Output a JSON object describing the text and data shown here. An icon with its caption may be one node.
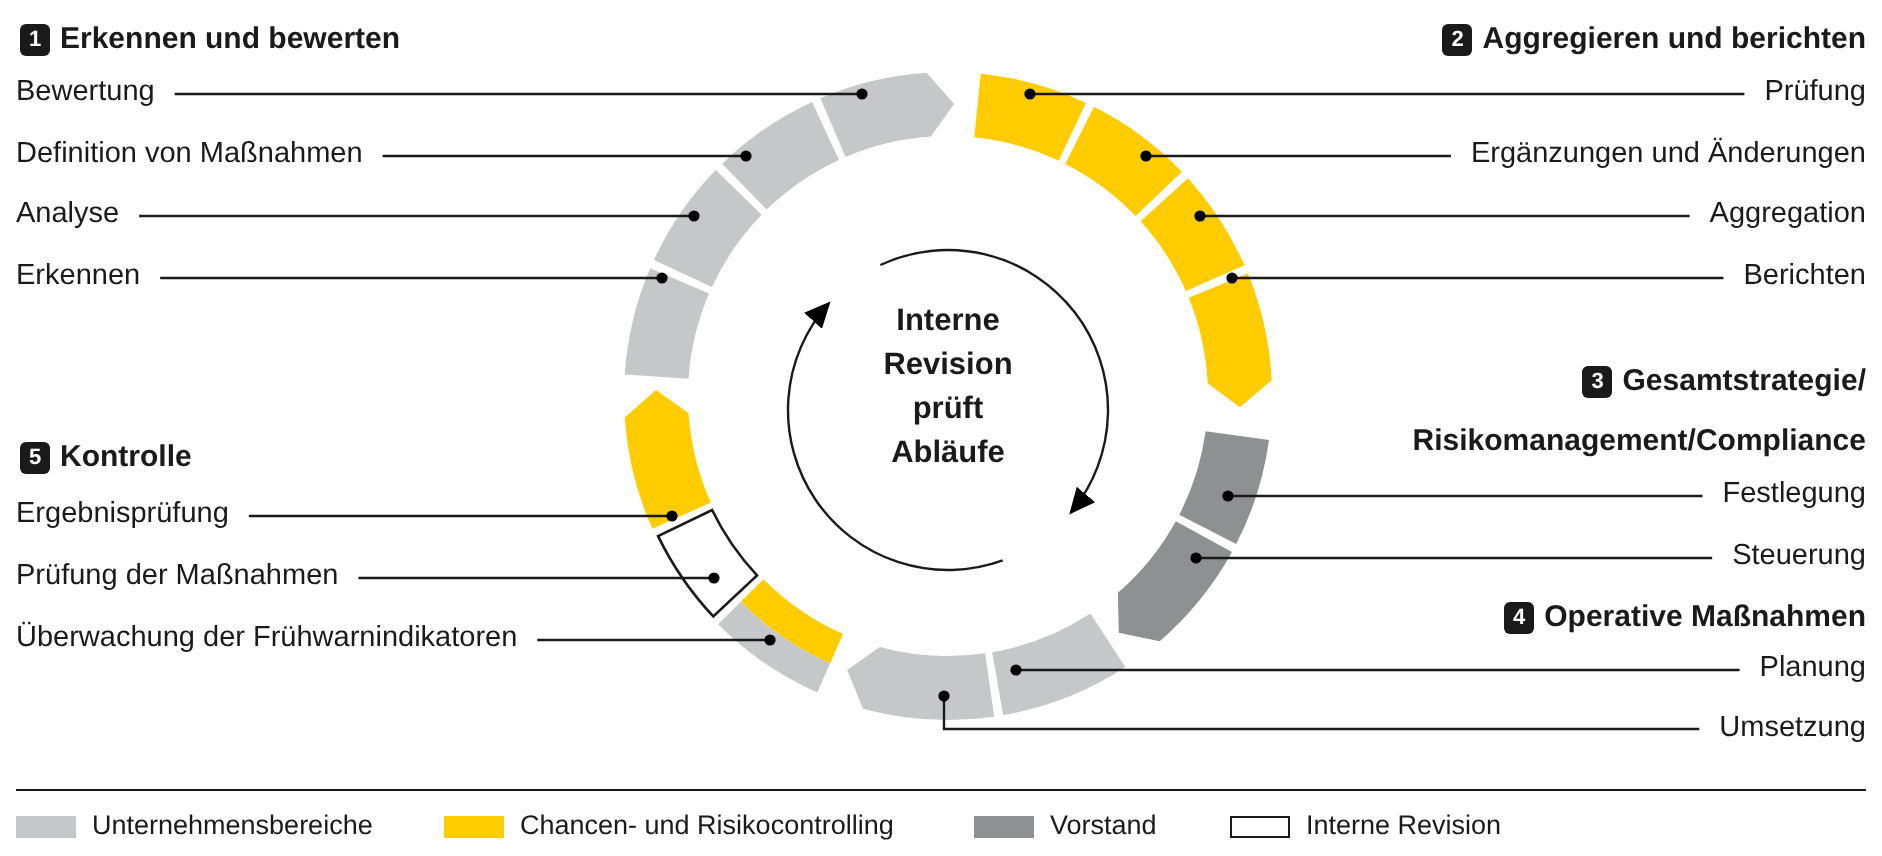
{
  "diagram": {
    "nodes": [
      {
        "text": [
          "1"
        ],
        "beside": [
          "Erkennen und bewerten"
        ]
      },
      {
        "text": [
          "Bewertung"
        ]
      },
      {
        "text": [
          "Definition von Maßnahmen"
        ]
      },
      {
        "text": [
          "Analyse"
        ]
      },
      {
        "text": [
          "Erkennen"
        ]
      },
      {
        "text": [
          "2"
        ],
        "beside": [
          "Aggregieren und berichten"
        ]
      },
      {
        "text": [
          "Prüfung"
        ]
      },
      {
        "text": [
          "Ergänzungen und Änderungen"
        ]
      },
      {
        "text": [
          "Aggregation"
        ]
      },
      {
        "text": [
          "Berichten"
        ]
      },
      {
        "text": [
          "3"
        ],
        "beside": [
          "Gesamtstrategie/ Risikomanagement/Compliance"
        ]
      },
      {
        "text": [
          "Festlegung"
        ]
      },
      {
        "text": [
          "Steuerung"
        ]
      },
      {
        "text": [
          "4"
        ],
        "beside": [
          "Operative Maßnahmen"
        ]
      },
      {
        "text": [
          "Planung"
        ]
      },
      {
        "text": [
          "Umsetzung"
        ]
      },
      {
        "text": [
          "5"
        ],
        "beside": [
          "Kontrolle"
        ]
      },
      {
        "text": [
          "Ergebnisprüfung"
        ]
      },
      {
        "text": [
          "Prüfung der Maßnahmen"
        ]
      },
      {
        "text": [
          "Überwachung der Frühwarnindikatoren"
        ]
      },
      {
        "text": [],
        "shape": "segment"
      },
      {
        "text": [],
        "shape": "segment"
      },
      {
        "text": [],
        "shape": "segment"
      },
      {
        "text": [],
        "shape": "segment"
      },
      {
        "text": [],
        "shape": "segment"
      },
      {
        "text": [],
        "shape": "segment"
      },
      {
        "text": [],
        "shape": "segment"
      },
      {
        "text": [],
        "shape": "segment"
      },
      {
        "text": [],
        "shape": "segment"
      },
      {
        "text": [],
        "shape": "segment"
      },
      {
        "text": [],
        "shape": "segment"
      },
      {
        "text": [],
        "shape": "segment"
      },
      {
        "text": [],
        "shape": "segment"
      },
      {
        "text": [],
        "shape": "segment"
      },
      {
        "text": [],
        "shape": "segment"
      }
    ],
    "edges": [
      {
        "from": 1,
        "to": 34,
        "arrow": "other"
      },
      {
        "from": 2,
        "to": 33,
        "arrow": "other"
      },
      {
        "from": 3,
        "to": 32,
        "arrow": "other"
      },
      {
        "from": 4,
        "to": 31,
        "arrow": "other"
      },
      {
        "from": 6,
        "to": 20,
        "arrow": "other"
      },
      {
        "from": 7,
        "to": 21,
        "arrow": "other"
      },
      {
        "from": 8,
        "to": 22,
        "arrow": "other"
      },
      {
        "from": 9,
        "to": 23,
        "arrow": "other"
      },
      {
        "from": 11,
        "to": 24,
        "arrow": "other"
      },
      {
        "from": 12,
        "to": 25,
        "arrow": "other"
      },
      {
        "from": 14,
        "to": 26,
        "arrow": "other"
      },
      {
        "from": 15,
        "to": 27,
        "arrow": "other"
      },
      {
        "from": 17,
        "to": 30,
        "arrow": "other"
      },
      {
        "from": 18,
        "to": 29,
        "arrow": "other"
      },
      {
        "from": 19,
        "to": 28,
        "arrow": "other"
      }
    ],
    "labels": [
      "Interne Revision prüft Abläufe"
    ],
    "legend": [
      {
        "text": "Unternehmensbereiche",
        "color": "#c6c7c9"
      },
      {
        "text": "Chancen- und Risikocontrolling",
        "color": "#ffcc00"
      },
      {
        "text": "Vorstand",
        "color": "#8f9091"
      },
      {
        "text": "Interne Revision",
        "color": "#ffffff"
      }
    ]
  }
}
